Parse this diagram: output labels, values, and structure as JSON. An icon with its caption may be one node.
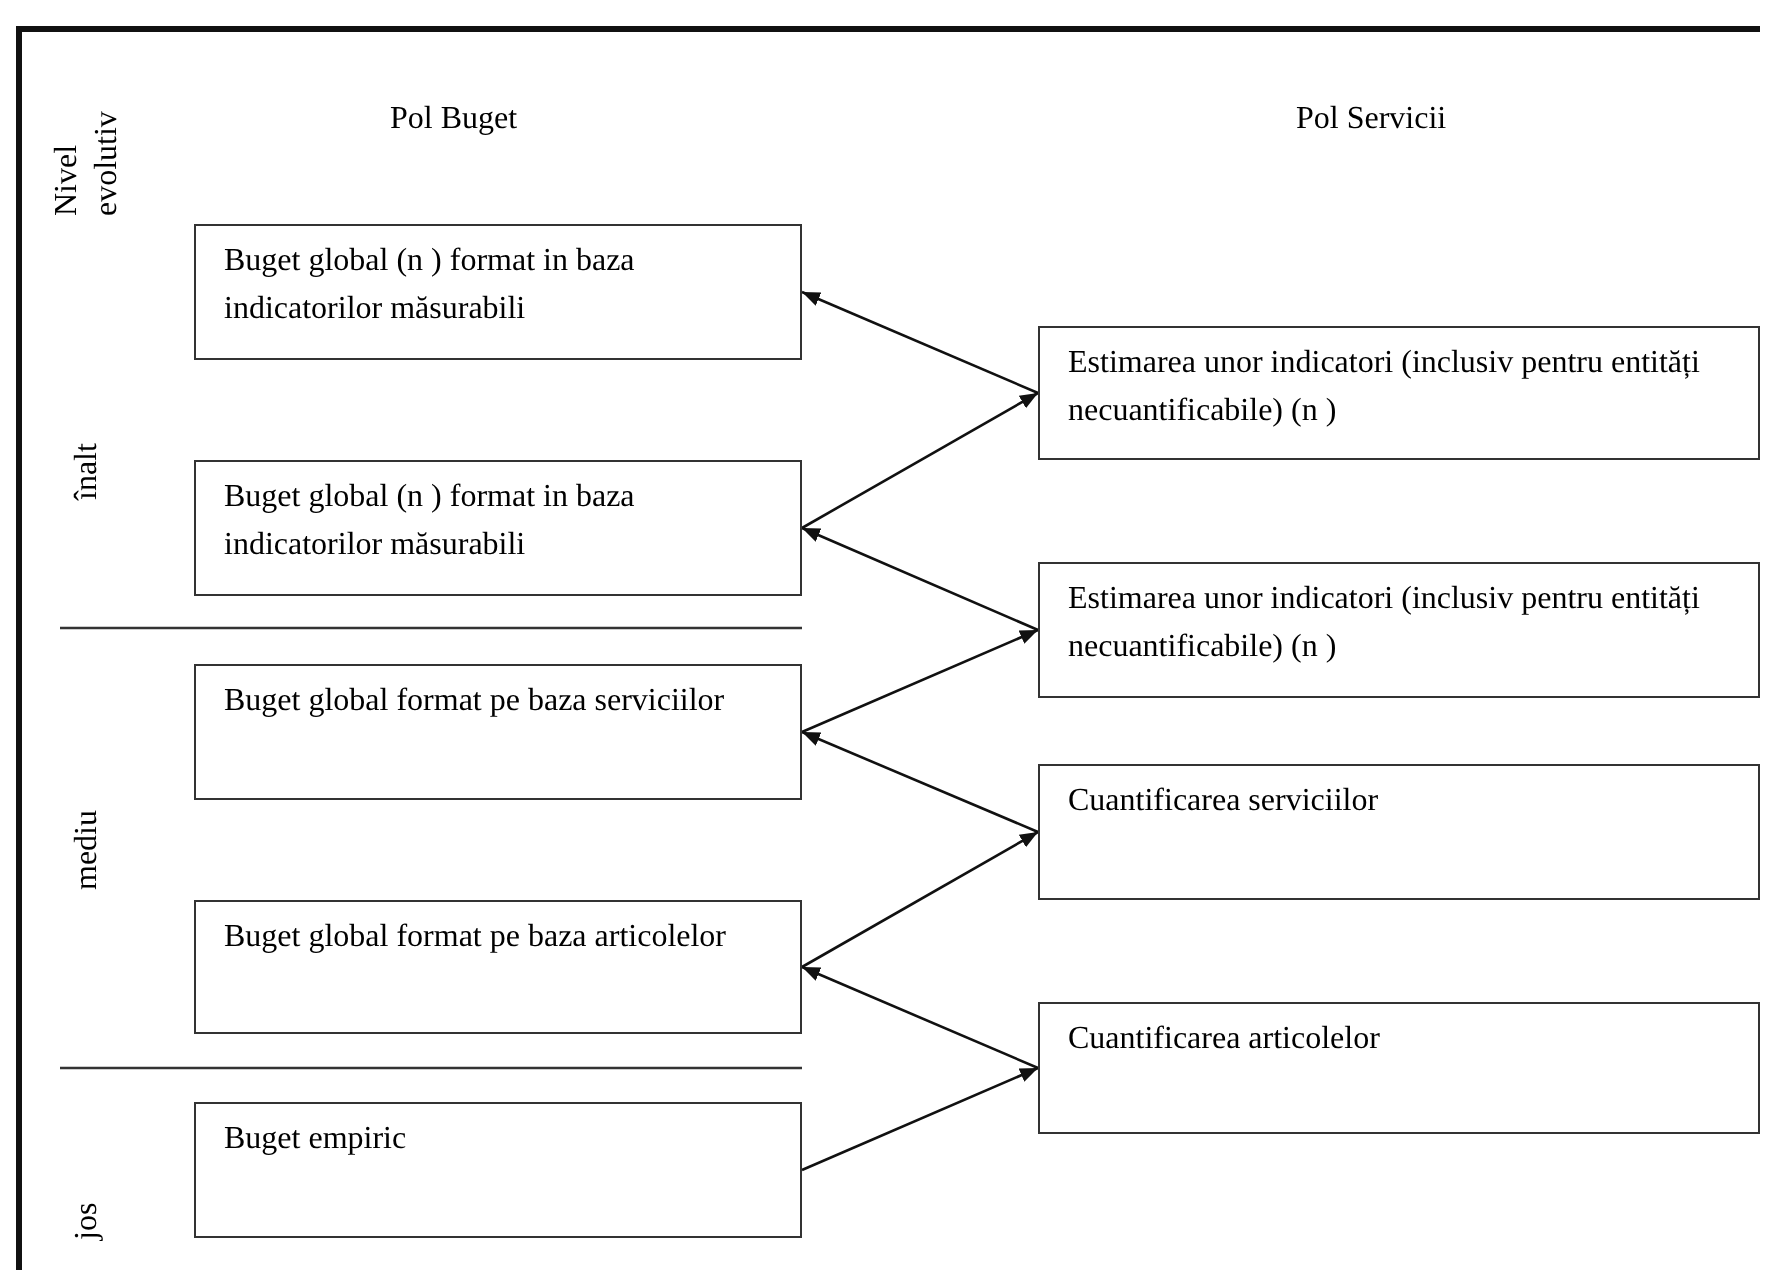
{
  "diagram": {
    "nodes": [
      {
        "text": [
          "Buget global (n ) format in baza indicatorilor măsurabili"
        ]
      },
      {
        "text": [
          "Estimarea unor indicatori (inclusiv pentru entități necuantificabile) (n )"
        ]
      },
      {
        "text": [
          "Buget global (n ) format in baza indicatorilor măsurabili"
        ]
      },
      {
        "text": [
          "Estimarea unor indicatori (inclusiv pentru entități necuantificabile) (n )"
        ]
      },
      {
        "text": [
          "Buget global format pe baza serviciilor"
        ]
      },
      {
        "text": [
          "Cuantificarea serviciilor"
        ]
      },
      {
        "text": [
          "Buget global format pe baza articolelor"
        ]
      },
      {
        "text": [
          "Cuantificarea articolelor"
        ]
      },
      {
        "text": [
          "Buget empiric"
        ]
      }
    ],
    "edges": [
      {
        "from": 1,
        "to": 0,
        "arrow": "to"
      },
      {
        "from": 2,
        "to": 1,
        "arrow": "to"
      },
      {
        "from": 3,
        "to": 2,
        "arrow": "to"
      },
      {
        "from": 4,
        "to": 3,
        "arrow": "to"
      },
      {
        "from": 5,
        "to": 4,
        "arrow": "to"
      },
      {
        "from": 6,
        "to": 5,
        "arrow": "to"
      },
      {
        "from": 7,
        "to": 6,
        "arrow": "to"
      },
      {
        "from": 8,
        "to": 7,
        "arrow": "to"
      }
    ],
    "labels": [
      "Nivel evolutiv",
      "Pol Buget",
      "Pol Servicii",
      "înalt",
      "mediu",
      "jos"
    ]
  }
}
